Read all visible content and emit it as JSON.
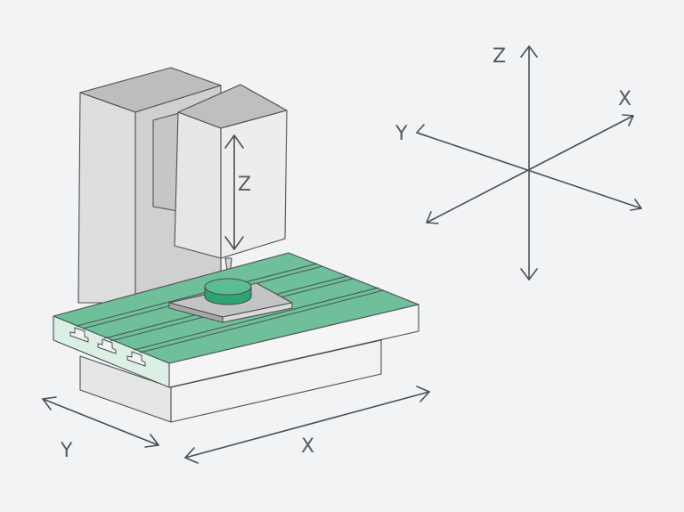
{
  "labels": {
    "spindle_axis": "Z",
    "table_x": "X",
    "table_y": "Y",
    "ref_z": "Z",
    "ref_x": "X",
    "ref_y": "Y"
  },
  "colors": {
    "background": "#f1f3f5",
    "column_front": "#dedede",
    "column_side": "#cfcfcf",
    "column_top": "#bdbdbd",
    "table_top": "#6fc09a",
    "table_front": "#dcefe5",
    "workpiece": "#2fa374",
    "outline": "#4a4f54"
  }
}
